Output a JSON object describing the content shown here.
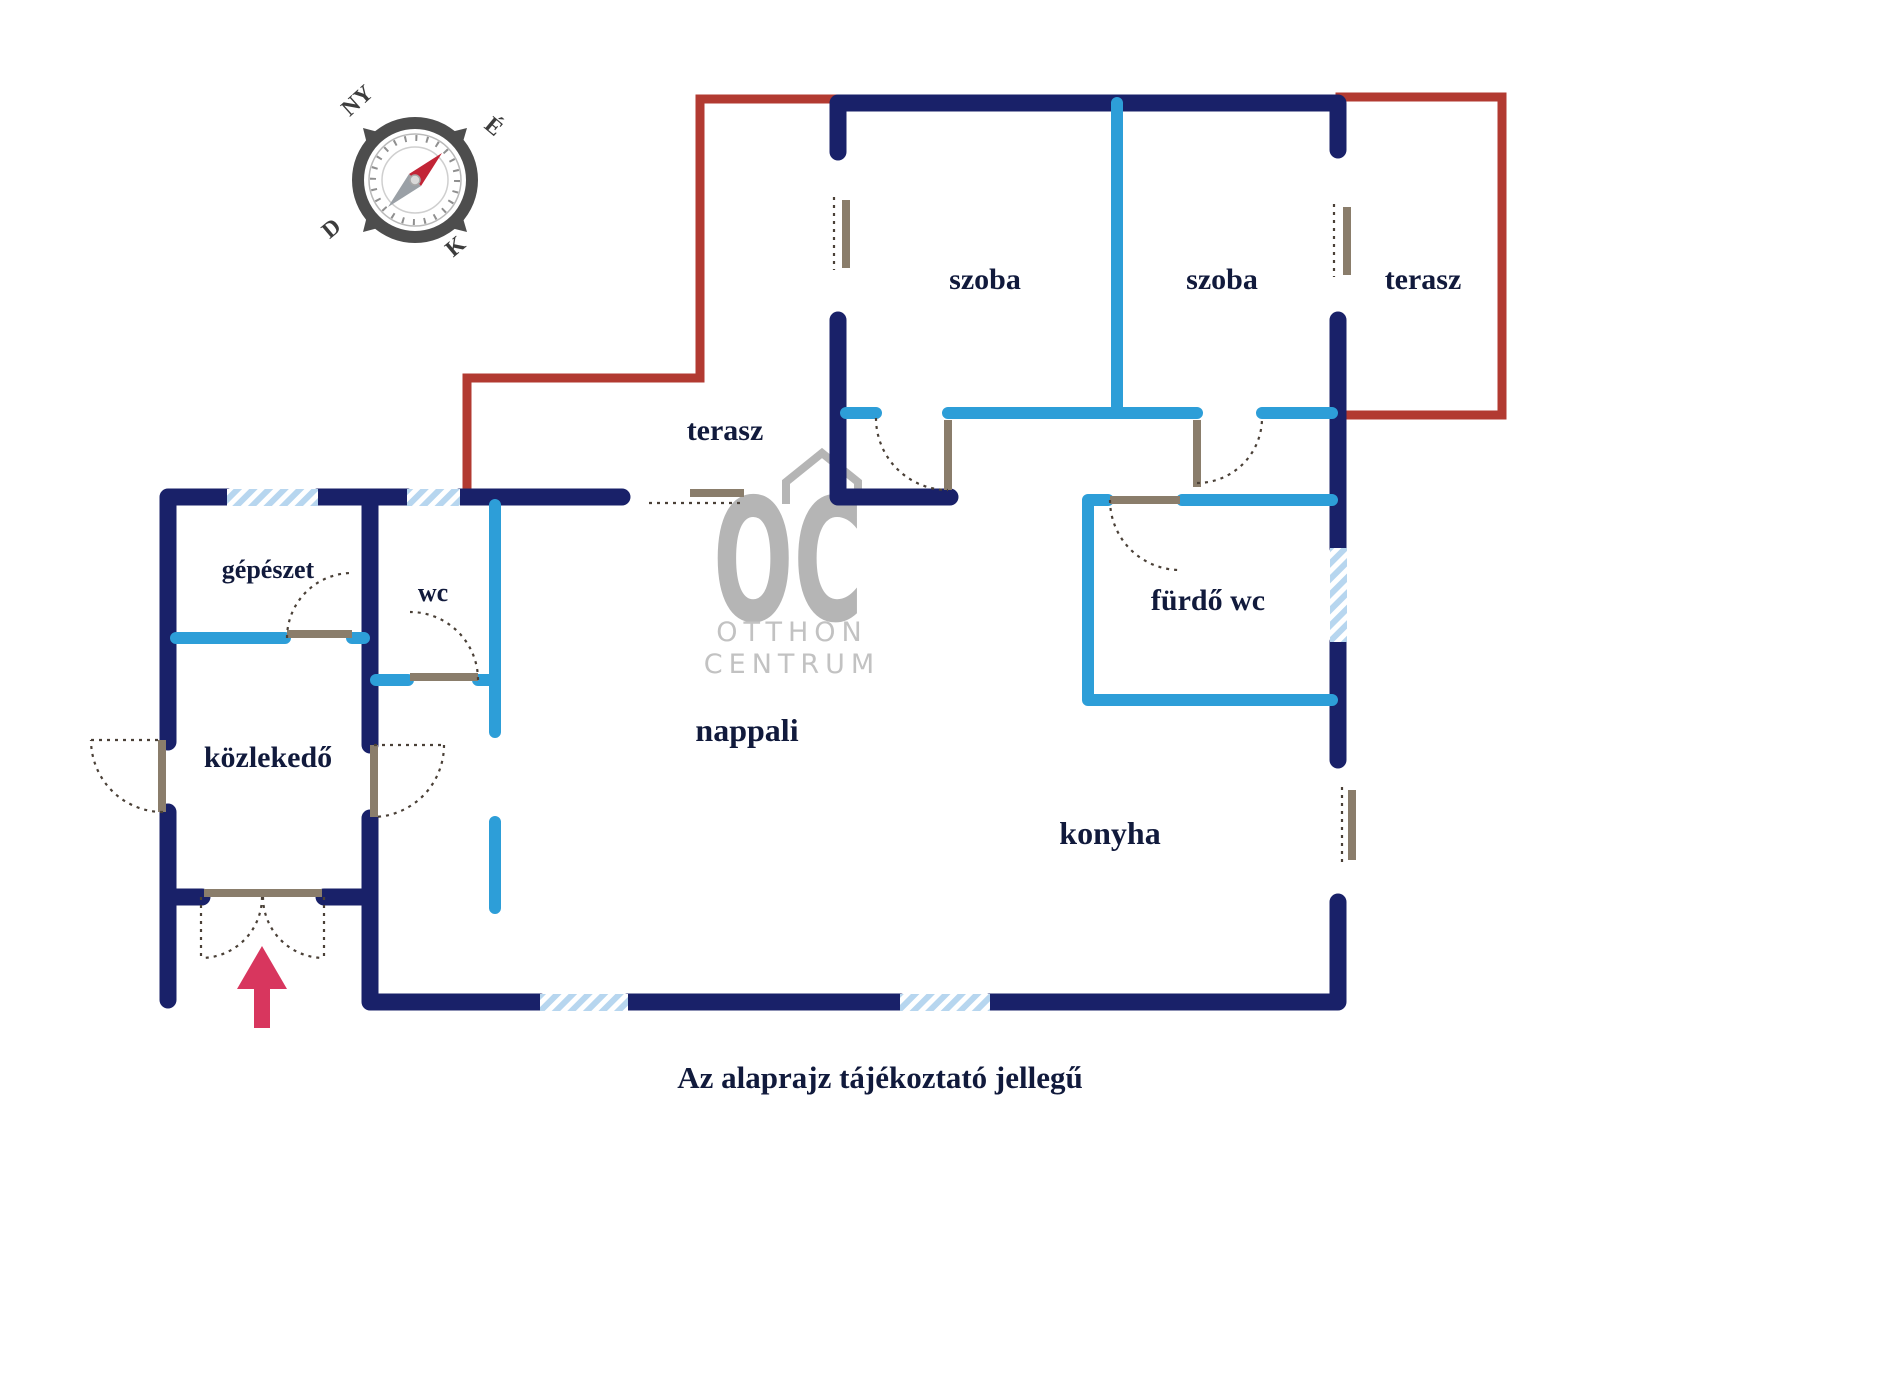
{
  "colors": {
    "wall": "#192169",
    "partition": "#2d9ed8",
    "terrace": "#b23a31",
    "window": "#b7d6ef",
    "leaf": "#8a7d6b",
    "arc": "#4a4037",
    "label": "#111a3c",
    "wm": "#b5b5b5",
    "arrow": "#d8365e",
    "ring": "#4d4d4d"
  },
  "compass": {
    "labels": {
      "nw": "NY",
      "ne": "É",
      "sw": "D",
      "se": "K"
    }
  },
  "watermark": {
    "logo": "OC",
    "line1": "OTTHON",
    "line2": "CENTRUM"
  },
  "rooms": {
    "szoba_left": "szoba",
    "szoba_right": "szoba",
    "terasz_right": "terasz",
    "terasz_middle": "terasz",
    "gepeszet": "gépészet",
    "wc": "wc",
    "kozlekedo": "közlekedő",
    "furdo_wc": "fürdő wc",
    "nappali": "nappali",
    "konyha": "konyha"
  },
  "caption": "Az alaprajz tájékoztató jellegű"
}
